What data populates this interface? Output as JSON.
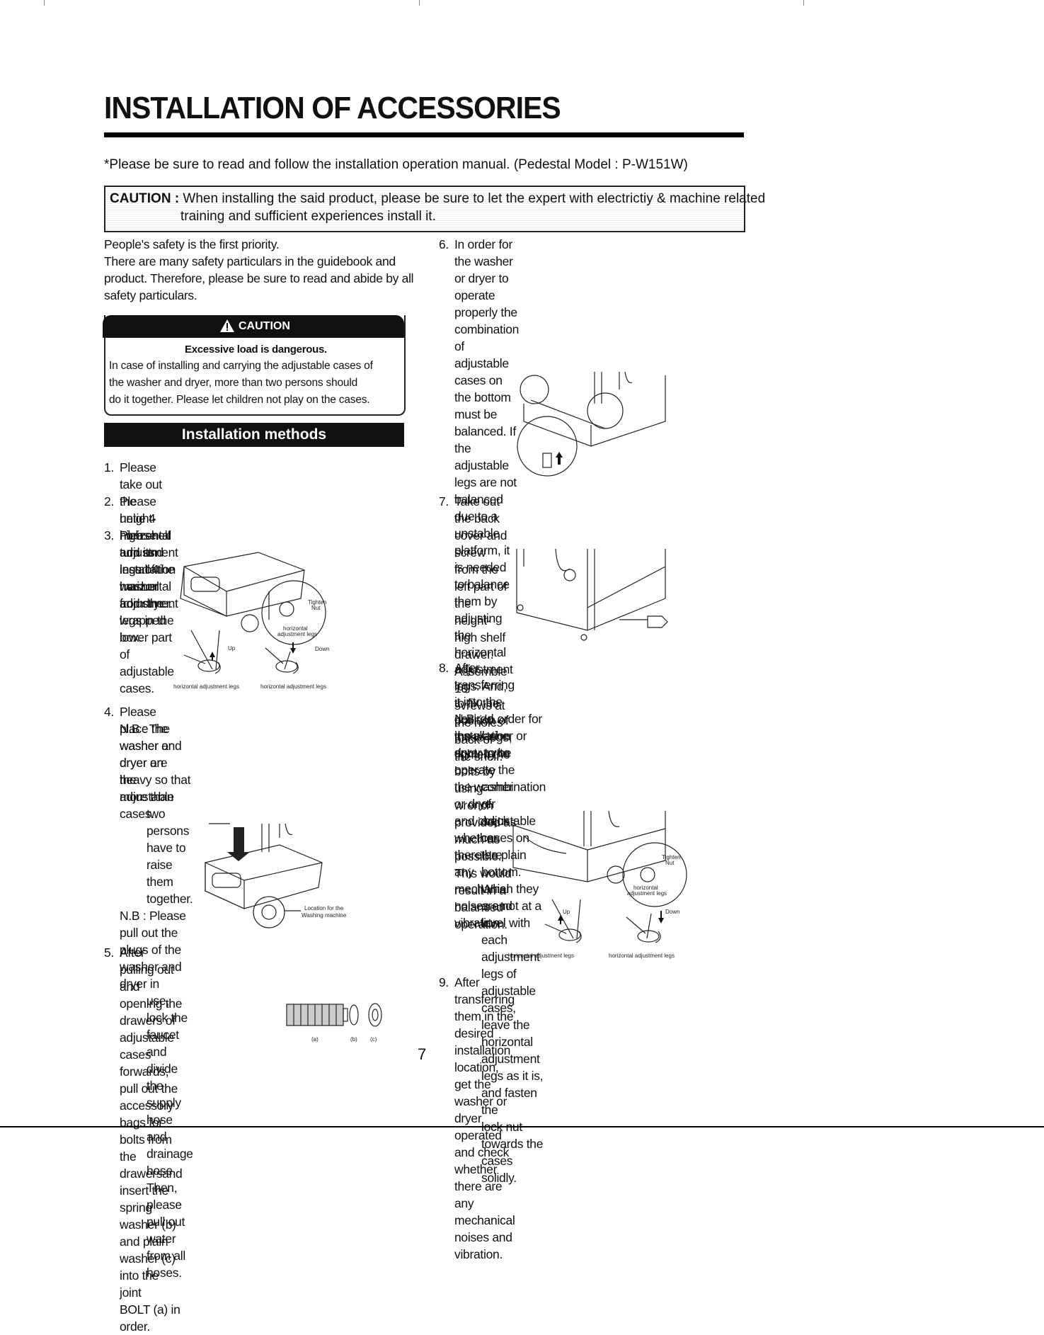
{
  "title": "INSTALLATION OF ACCESSORIES",
  "note": "*Please be sure to read and follow the installation operation manual. (Pedestal Model : P-W151W)",
  "caution_box": {
    "label": "CAUTION :",
    "line1": " When installing the said product, please be sure to let the expert with electrictiy & machine related",
    "line2": "training and sufficient experiences install it."
  },
  "intro": {
    "line1": "People's safety is the first priority.",
    "line2": "There are many safety particulars in the guidebook and",
    "line3": "product. Therefore, please be sure to read and abide by all",
    "line4": "safety particulars."
  },
  "warning": {
    "label": "CAUTION",
    "heading": "Excessive load is dangerous.",
    "line1": "In case of installing and carrying the adjustable cases of",
    "line2": "the washer and dryer, more than two persons should",
    "line3": "do it together. Please let children not play on the cases."
  },
  "methods_title": "Installation methods",
  "steps": {
    "s1": {
      "num": "1.",
      "l1": "Please take out the height-high shelf and its installation",
      "l2": "manual from the wrapped box."
    },
    "s2": {
      "num": "2.",
      "l1": "Please untie 4 horizontal adjustment legs of the washer",
      "l2": "and dryer."
    },
    "s3": {
      "num": "3.",
      "l1": "Please turn and insert 4 horizontal adjustment legs in the",
      "l2": "lower part of adjustable cases."
    },
    "s4": {
      "num": "4.",
      "l1": "Please place the washer or dryer on the adjustable cases.",
      "nb1a": "N.B : The washer and dryer are heavy so that more than",
      "nb1b": "two persons have to raise them together.",
      "nb2a": "N.B : Please pull out the plugs of the washer and dryer in",
      "nb2b": "use, lock the faucet and divide the supply hose and",
      "nb2c": "drainage hose. Then, please pull out water from all",
      "nb2d": "hoses."
    },
    "s5": {
      "num": "5.",
      "l1": "After pulling out and opening the drawers of adjustable",
      "l2": "cases forwards, pull out the accessory bags for bolts from",
      "l3": "the drawersand insert the spring washer (b) and plain",
      "l4": "washer (c) into the joint",
      "l5": "BOLT (a) in order."
    },
    "s6": {
      "num": "6.",
      "l1": "In order for the washer or dryer to operate properly the",
      "l2": "combination of adjustable cases on the bottom must be",
      "l3": "balanced. If the adjustable legs are not balanced due to a",
      "l4": "unstable platform, it is needed to balance them by",
      "l5": "adjusting the horizontal adjustment legs. And, to fix the",
      "l6": "position of these legs, tighten the bolts by using wrench",
      "l7": "provided as much as possible.  This would result in a",
      "l8": "balanced operation."
    },
    "s7": {
      "num": "7.",
      "l1": "Take out the back cover and screw from the left part of",
      "l2": "the height-high shelf drawer.",
      "l3": "Assemble 10 svrews at the holes back of the shelf."
    },
    "s8": {
      "num": "8.",
      "l1": "After transferring it into the desired installation spot, try to",
      "l2": "operate the washer or dryer and check whether there are",
      "l3": "any mechanial noises and vibration.",
      "nb1": "N.B : In order for the washer or dryer to be operate the",
      "nb2": "combination of adjustable cases on the plain",
      "nb3": "bottom. When they are not at a level with each",
      "nb4": "adjustment legs of adjustable cases, leave the",
      "nb5": "horizontal adjustment legs as it is, and fasten the",
      "nb6": "lock nut towards the cases solidly."
    },
    "s9": {
      "num": "9.",
      "l1": "After transferring them in the desired installation location,",
      "l2": "get the washer or dryer operated and check whether",
      "l3": "there are any mechanical noises and vibration."
    }
  },
  "fig_labels": {
    "tighten": "Tighten",
    "nut": "Nut",
    "horizontal": "horizontal",
    "adjustment_legs": "adjustment legs",
    "up": "Up",
    "down": "Down",
    "hal": "horizontal adjustment legs",
    "location1": "Location for the",
    "location2": "Washing machine",
    "a": "(a)",
    "b": "(b)",
    "c": "(c)"
  },
  "page_number": "7"
}
